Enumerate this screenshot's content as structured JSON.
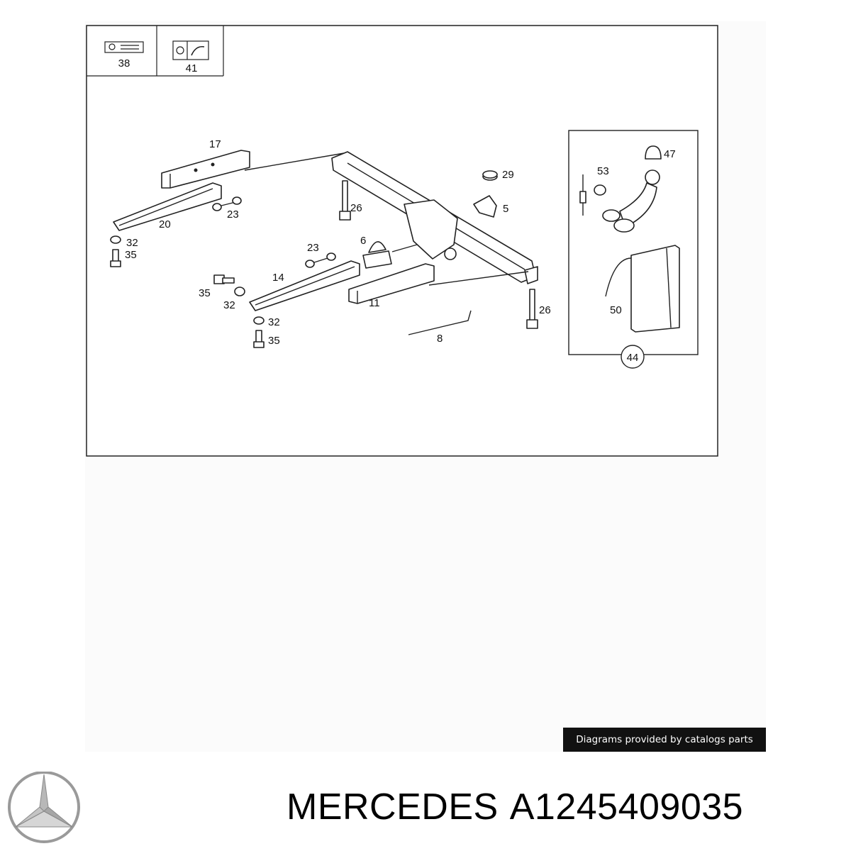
{
  "callouts": {
    "c38": "38",
    "c41": "41",
    "c17": "17",
    "c20": "20",
    "c23a": "23",
    "c32a": "32",
    "c35a": "35",
    "c26a": "26",
    "c6": "6",
    "c23b": "23",
    "c14": "14",
    "c35b": "35",
    "c32b": "32",
    "c32c": "32",
    "c35c": "35",
    "c11": "11",
    "c8": "8",
    "c26b": "26",
    "c29": "29",
    "c5": "5",
    "c47": "47",
    "c53": "53",
    "c50": "50",
    "c44": "44"
  },
  "credit": "Diagrams provided by catalogs parts",
  "brand": {
    "make": "MERCEDES",
    "part_number": "A1245409035"
  },
  "colors": {
    "line": "#222222",
    "credit_bg": "#111111",
    "logo": "#9a9a9a"
  }
}
